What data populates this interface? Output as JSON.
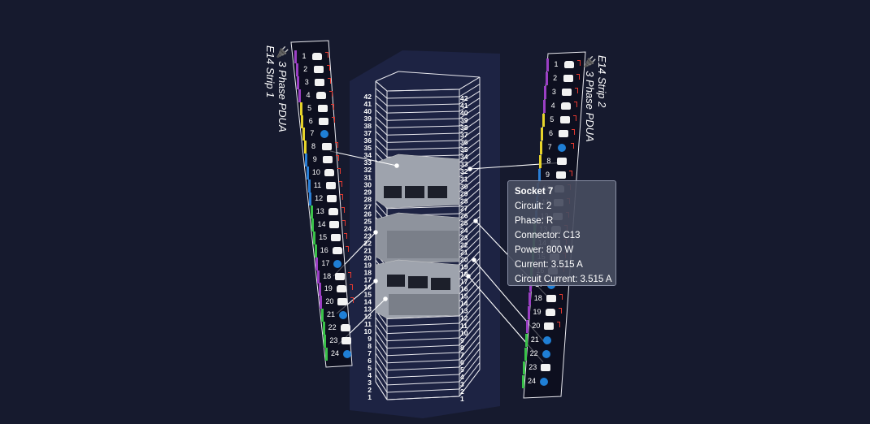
{
  "strips": {
    "left": {
      "title": "3 Phase PDUA",
      "subtitle": "E14 Strip 1",
      "plug_icon": "plug-icon"
    },
    "right": {
      "title": "E14 Strip 2",
      "subtitle": "3 Phase PDUA",
      "plug_icon": "plug-icon"
    },
    "sockets": [
      "1",
      "2",
      "3",
      "4",
      "5",
      "6",
      "7",
      "8",
      "9",
      "10",
      "11",
      "12",
      "13",
      "14",
      "15",
      "16",
      "17",
      "18",
      "19",
      "20",
      "21",
      "22",
      "23",
      "24"
    ]
  },
  "rack": {
    "positions": [
      "42",
      "41",
      "40",
      "39",
      "38",
      "37",
      "36",
      "35",
      "34",
      "33",
      "32",
      "31",
      "30",
      "29",
      "28",
      "27",
      "26",
      "25",
      "24",
      "23",
      "22",
      "21",
      "20",
      "19",
      "18",
      "17",
      "16",
      "15",
      "14",
      "13",
      "12",
      "11",
      "10",
      "9",
      "8",
      "7",
      "6",
      "5",
      "4",
      "3",
      "2",
      "1"
    ]
  },
  "tooltip": {
    "title": "Socket 7",
    "circuit": "Circuit: 2",
    "phase": "Phase: R",
    "connector": "Connector: C13",
    "power": "Power: 800 W",
    "current": "Current: 3.515 A",
    "circuit_current": "Circuit Current: 3.515 A"
  },
  "colors": {
    "background": "#161a2e",
    "phase_purple": "#9b3fc4",
    "phase_yellow": "#e6d32a",
    "phase_green": "#3ac24a",
    "phase_blue": "#2a7fd6",
    "socket_active": "#1f7fd6",
    "tick_red": "#e5392f"
  }
}
